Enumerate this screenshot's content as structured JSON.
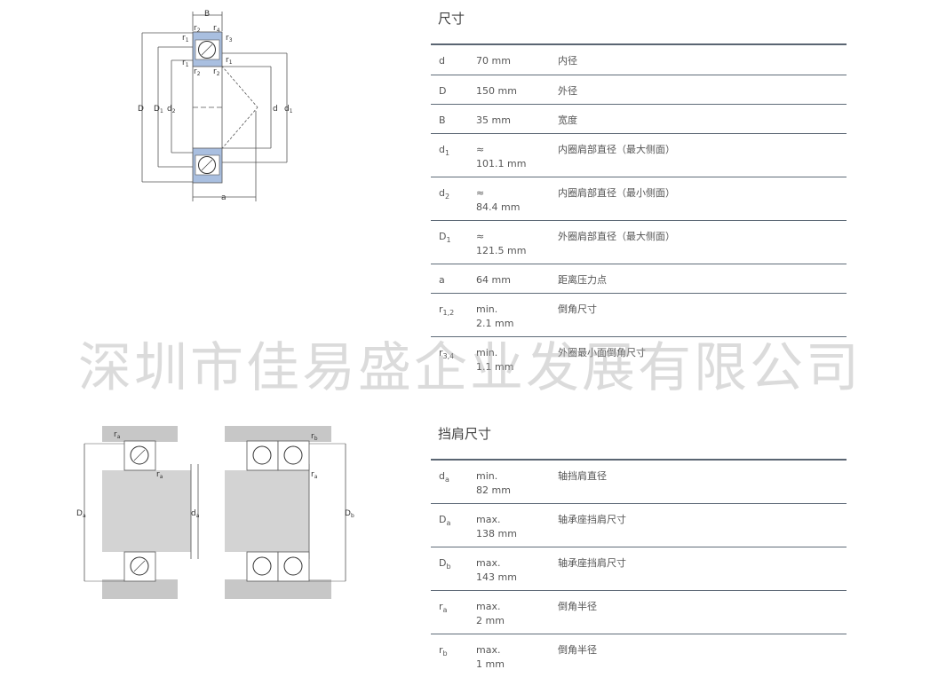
{
  "section1": {
    "title": "尺寸",
    "rows": [
      {
        "symbol": "d",
        "qualifier": "",
        "value": "70 mm",
        "description": "内径"
      },
      {
        "symbol": "D",
        "qualifier": "",
        "value": "150 mm",
        "description": "外径"
      },
      {
        "symbol": "B",
        "qualifier": "",
        "value": "35 mm",
        "description": "宽度"
      },
      {
        "symbol": "d",
        "symbol_sub": "1",
        "qualifier": "≈",
        "value": "101.1 mm",
        "description": "内圈肩部直径（最大侧面）"
      },
      {
        "symbol": "d",
        "symbol_sub": "2",
        "qualifier": "≈",
        "value": "84.4 mm",
        "description": "内圈肩部直径（最小侧面）"
      },
      {
        "symbol": "D",
        "symbol_sub": "1",
        "qualifier": "≈",
        "value": "121.5 mm",
        "description": "外圈肩部直径（最大侧面）"
      },
      {
        "symbol": "a",
        "qualifier": "",
        "value": "64 mm",
        "description": "距离压力点"
      },
      {
        "symbol": "r",
        "symbol_sub": "1,2",
        "qualifier": "min.",
        "value": "2.1 mm",
        "description": "倒角尺寸"
      },
      {
        "symbol": "r",
        "symbol_sub": "3,4",
        "qualifier": "min.",
        "value": "1.1 mm",
        "description": "外圈最小面倒角尺寸"
      }
    ]
  },
  "section2": {
    "title": "挡肩尺寸",
    "rows": [
      {
        "symbol": "d",
        "symbol_sub": "a",
        "qualifier": "min.",
        "value": "82 mm",
        "description": "轴挡肩直径"
      },
      {
        "symbol": "D",
        "symbol_sub": "a",
        "qualifier": "max.",
        "value": "138 mm",
        "description": "轴承座挡肩尺寸"
      },
      {
        "symbol": "D",
        "symbol_sub": "b",
        "qualifier": "max.",
        "value": "143 mm",
        "description": "轴承座挡肩尺寸"
      },
      {
        "symbol": "r",
        "symbol_sub": "a",
        "qualifier": "max.",
        "value": "2 mm",
        "description": "倒角半径"
      },
      {
        "symbol": "r",
        "symbol_sub": "b",
        "qualifier": "max.",
        "value": "1 mm",
        "description": "倒角半径"
      }
    ]
  },
  "diagram_labels": {
    "B": "B",
    "D": "D",
    "D1": "D",
    "d2": "d",
    "d": "d",
    "d1": "d",
    "a": "a",
    "r": "r",
    "sub1": "1",
    "sub2": "2",
    "sub3": "3",
    "sub4": "4",
    "ra": "r",
    "rb": "r",
    "Da": "D",
    "da": "d",
    "Db": "D",
    "suba": "a",
    "subb": "b"
  },
  "watermark": "深圳市佳易盛企业发展有限公司",
  "colors": {
    "ring": "#a9bfe0",
    "housing": "#c7c7c7",
    "line": "#555555",
    "rule": "#5a6572"
  }
}
